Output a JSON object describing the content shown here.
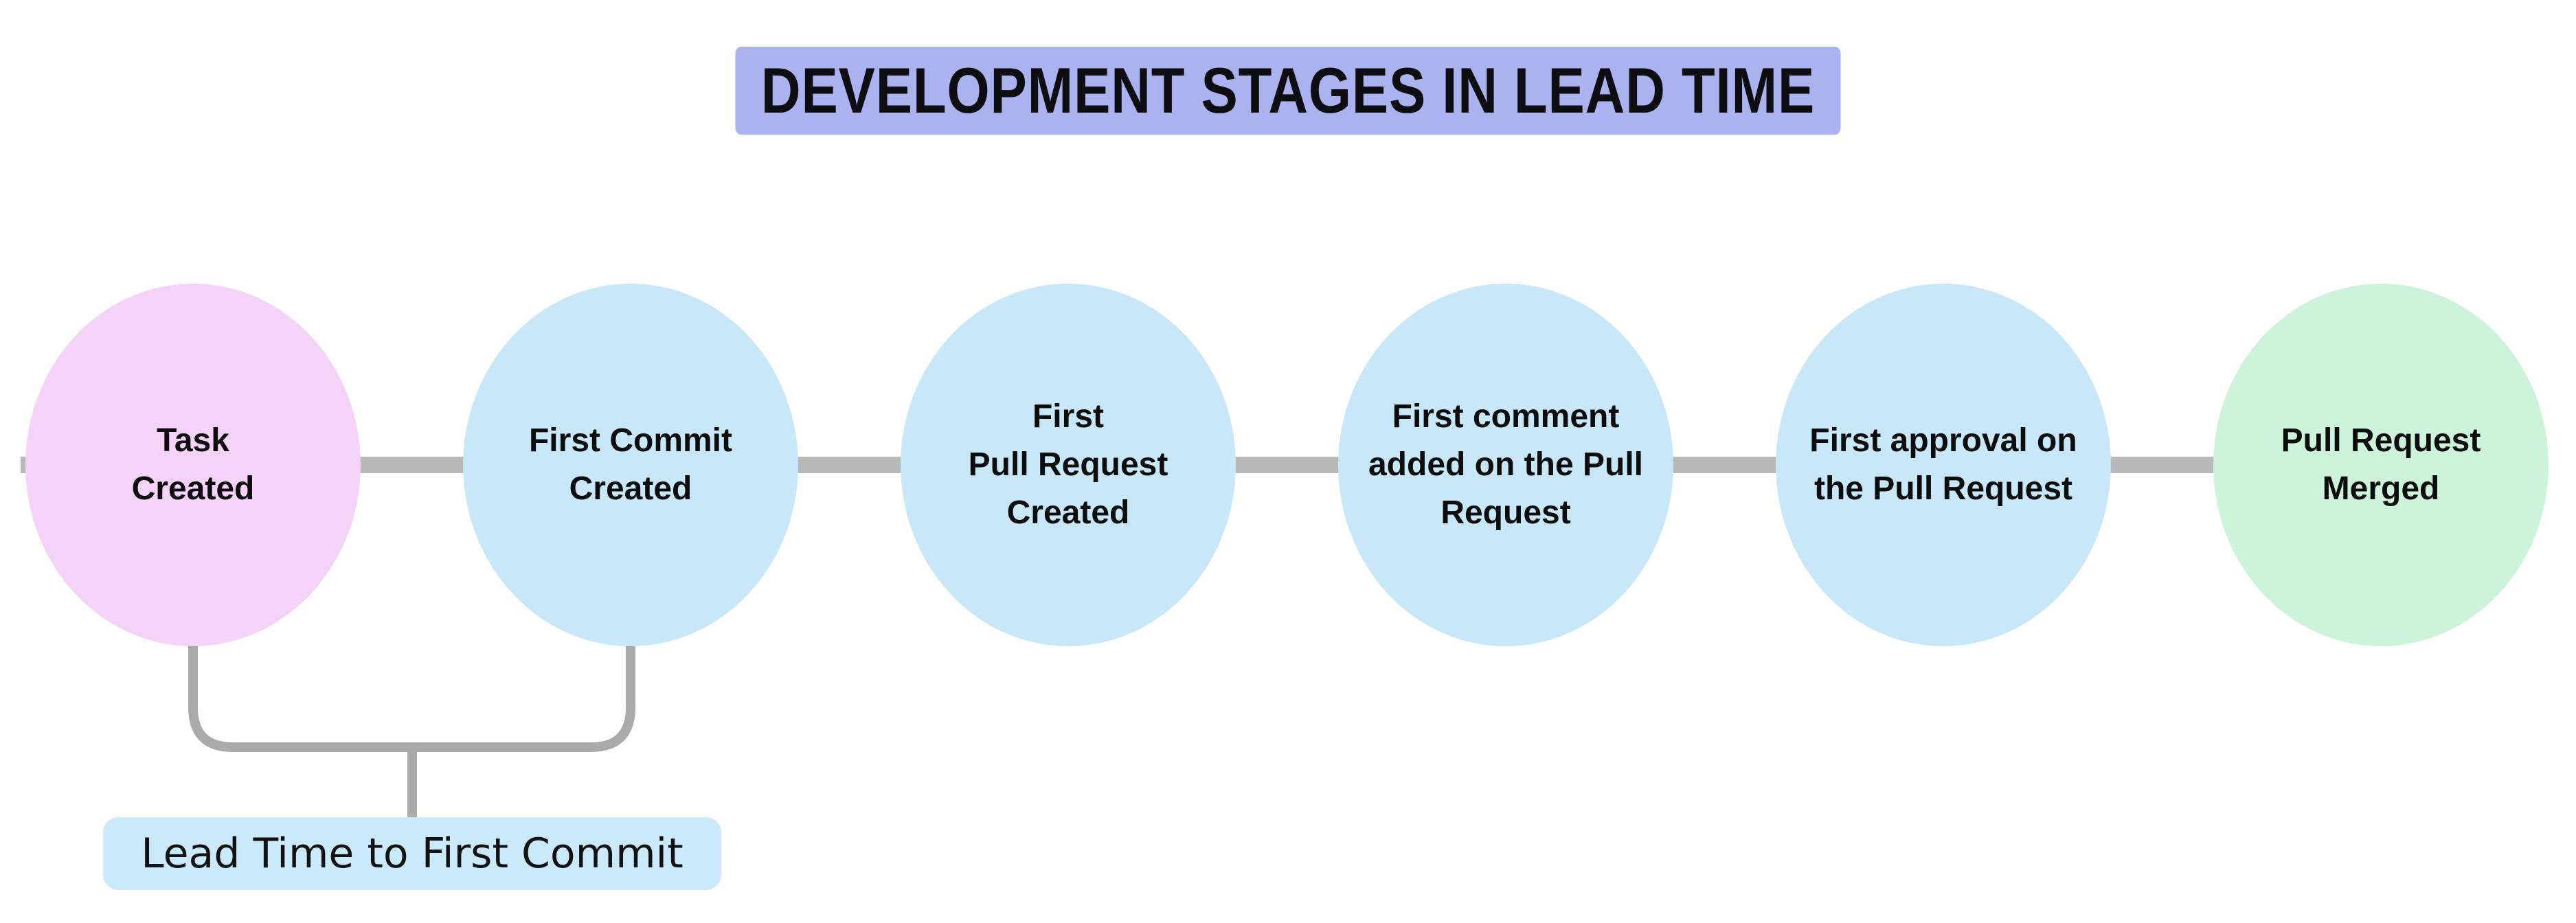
{
  "title": "DEVELOPMENT STAGES IN LEAD TIME",
  "colors": {
    "title_background": "#aab3f0",
    "stage_blue": "#c8e7f9",
    "stage_pink": "#f5d3f8",
    "stage_green": "#cdf3da",
    "annotation_background": "#cae9fb",
    "connector_gray": "#b9b9b9",
    "bracket_gray": "#aaaaaa",
    "text_black": "#0d0d0d",
    "page_background": "#ffffff"
  },
  "stages": [
    {
      "id": "task-created",
      "color": "#f5d3f8",
      "lines": [
        "Task",
        "Created"
      ]
    },
    {
      "id": "first-commit",
      "color": "#c8e7f9",
      "lines": [
        "First Commit",
        "Created"
      ]
    },
    {
      "id": "first-pr",
      "color": "#c8e7f9",
      "lines": [
        "First",
        "Pull Request",
        "Created"
      ]
    },
    {
      "id": "first-comment",
      "color": "#c8e7f9",
      "lines": [
        "First comment",
        "added on the Pull",
        "Request"
      ]
    },
    {
      "id": "first-approval",
      "color": "#c8e7f9",
      "lines": [
        "First approval on",
        "the Pull Request"
      ]
    },
    {
      "id": "pr-merged",
      "color": "#cdf3da",
      "lines": [
        "Pull Request",
        "Merged"
      ]
    }
  ],
  "annotation": {
    "label": "Lead Time to First Commit"
  }
}
